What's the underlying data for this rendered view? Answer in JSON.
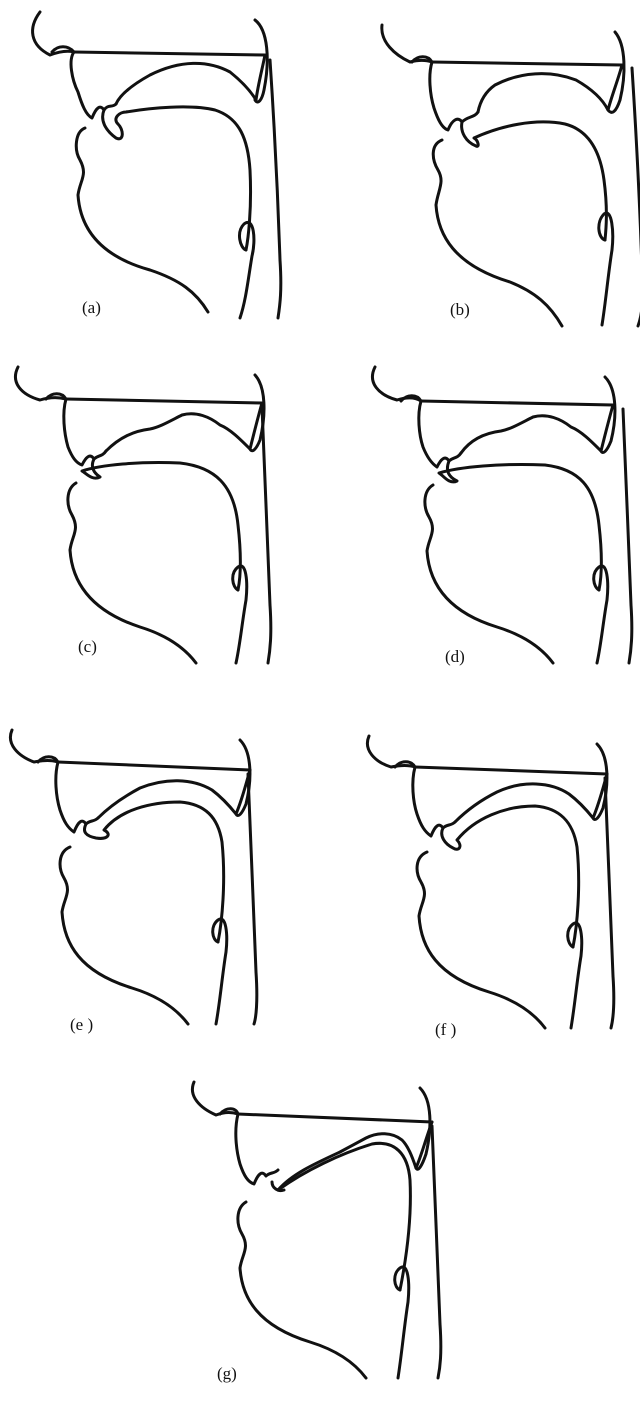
{
  "panels": [
    {
      "id": "a",
      "label": "(a)"
    },
    {
      "id": "b",
      "label": "(b)"
    },
    {
      "id": "c",
      "label": "(c)"
    },
    {
      "id": "d",
      "label": "(d)"
    },
    {
      "id": "e",
      "label": "(e )"
    },
    {
      "id": "f",
      "label": "(f )"
    },
    {
      "id": "g",
      "label": "(g)"
    }
  ],
  "colors": {
    "stroke": "#111111",
    "background": "#ffffff"
  }
}
